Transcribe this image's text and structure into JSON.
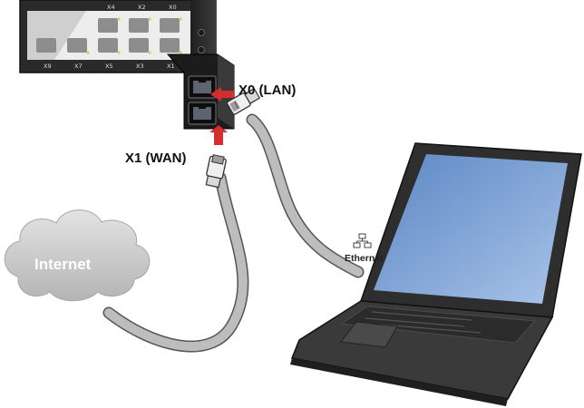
{
  "labels": {
    "lan_port": "X0 (LAN)",
    "wan_port": "X1 (WAN)",
    "internet": "Internet",
    "ethernet": "Ethernet"
  },
  "device": {
    "top_port_labels": [
      "X4",
      "X2",
      "X0"
    ],
    "bottom_port_labels": [
      "X9",
      "X7",
      "X5",
      "X3",
      "X1"
    ]
  },
  "colors": {
    "cable": "#b9b9b9",
    "cable_outline": "#555555",
    "arrow": "#d32f2f",
    "cloud": "#c8c8c8",
    "laptop_body": "#3a3a3a",
    "screen": "#7fa6d6",
    "device_body": "#2b2b2b"
  },
  "icons": [
    "network-icon"
  ]
}
